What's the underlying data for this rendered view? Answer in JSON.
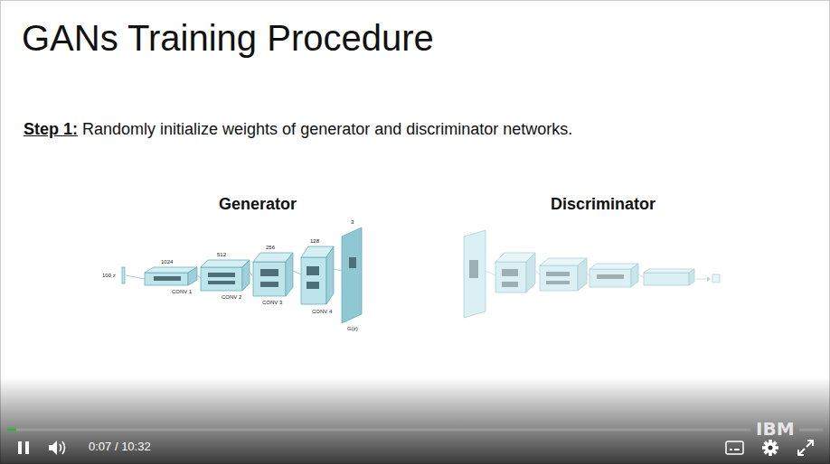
{
  "diagram": {
    "title": "GANs Training Procedure",
    "nodes": [
      {
        "text": [
          "Generator"
        ]
      },
      {
        "text": [
          "Discriminator"
        ]
      }
    ],
    "labels": [
      "Step 1:",
      "Randomly initialize weights of generator and discriminator networks.",
      "100 z",
      "1024",
      "512",
      "256",
      "128",
      "3",
      "CONV 1",
      "CONV 2",
      "CONV 3",
      "CONV 4",
      "G(z)",
      "0:07 / 10:32",
      "IBM"
    ]
  }
}
